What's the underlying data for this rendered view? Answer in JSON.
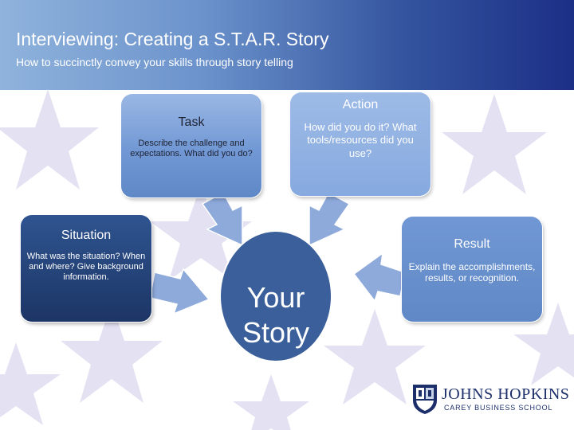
{
  "header": {
    "title": "Interviewing: Creating a S.T.A.R. Story",
    "subtitle": "How to succinctly convey your skills through story telling"
  },
  "diagram": {
    "center": {
      "line1": "Your",
      "line2": "Story"
    },
    "task": {
      "title": "Task",
      "text": "Describe the challenge and expectations.  What did you do?"
    },
    "action": {
      "title": "Action",
      "text": "How did you do it? What tools/resources did you use?"
    },
    "situation": {
      "title": "Situation",
      "text": "What was the situation? When and where? Give background information."
    },
    "result": {
      "title": "Result",
      "text": "Explain the accomplishments, results, or recognition."
    }
  },
  "logo": {
    "name": "JOHNS HOPKINS",
    "subtitle": "CAREY BUSINESS SCHOOL"
  },
  "colors": {
    "header_dark": "#1c2f86",
    "header_light": "#8fb3dc",
    "circle": "#3a5f9a",
    "arrow": "#8eaadb",
    "star": "#e4e2f2"
  }
}
